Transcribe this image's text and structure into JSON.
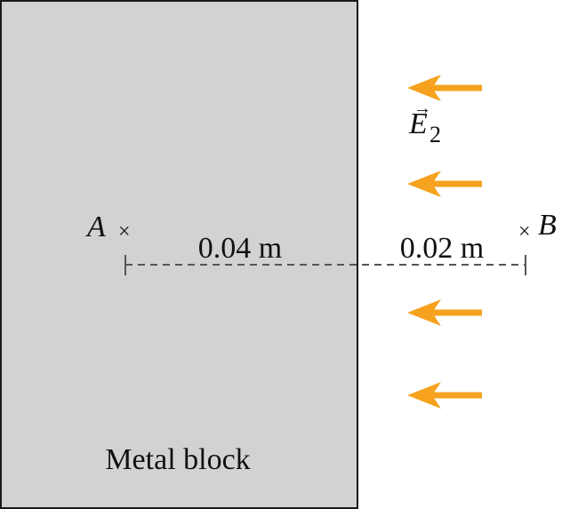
{
  "block": {
    "label": "Metal block",
    "fill": "#d1d2d4",
    "stroke": "#1a1a1a"
  },
  "points": {
    "a": {
      "name": "A",
      "marker": "×"
    },
    "b": {
      "name": "B",
      "marker": "×"
    }
  },
  "distances": {
    "inside": "0.04 m",
    "outside": "0.02 m"
  },
  "field": {
    "symbol": "E",
    "subscript": "2",
    "vector_mark": "→",
    "arrow_color": "#f6a21e",
    "arrow_count": 4
  },
  "dashed_line_color": "#555555"
}
